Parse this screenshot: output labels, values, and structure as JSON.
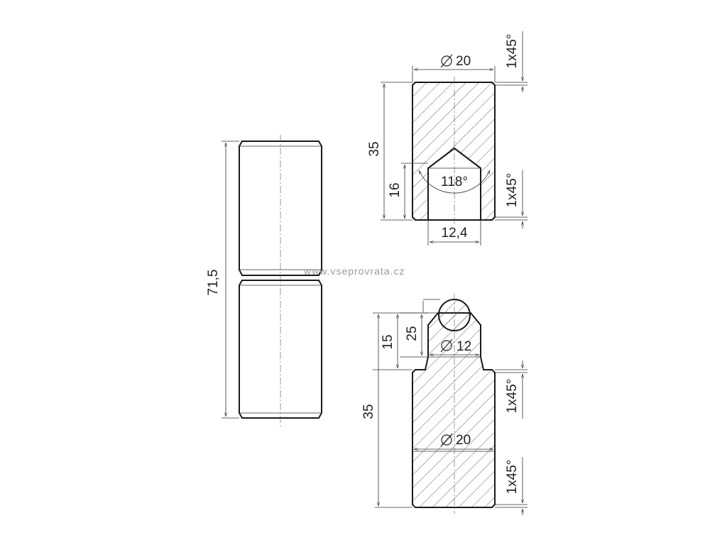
{
  "watermark": "www.vseprovrata.cz",
  "pin_assembly": {
    "overall_length": "71,5"
  },
  "top_section": {
    "diameter": "20",
    "chamfer_top": "1x45°",
    "height": "35",
    "bore_depth": "16",
    "drill_angle": "118°",
    "chamfer_bore": "1x45°",
    "bore_diameter": "12,4"
  },
  "bottom_section": {
    "height_15": "15",
    "height_25": "25",
    "pin_diameter": "12",
    "chamfer_shoulder": "1x45°",
    "height": "35",
    "diameter": "20",
    "chamfer_bottom": "1x45°"
  },
  "symbols": {
    "diameter": "diameter-symbol"
  }
}
